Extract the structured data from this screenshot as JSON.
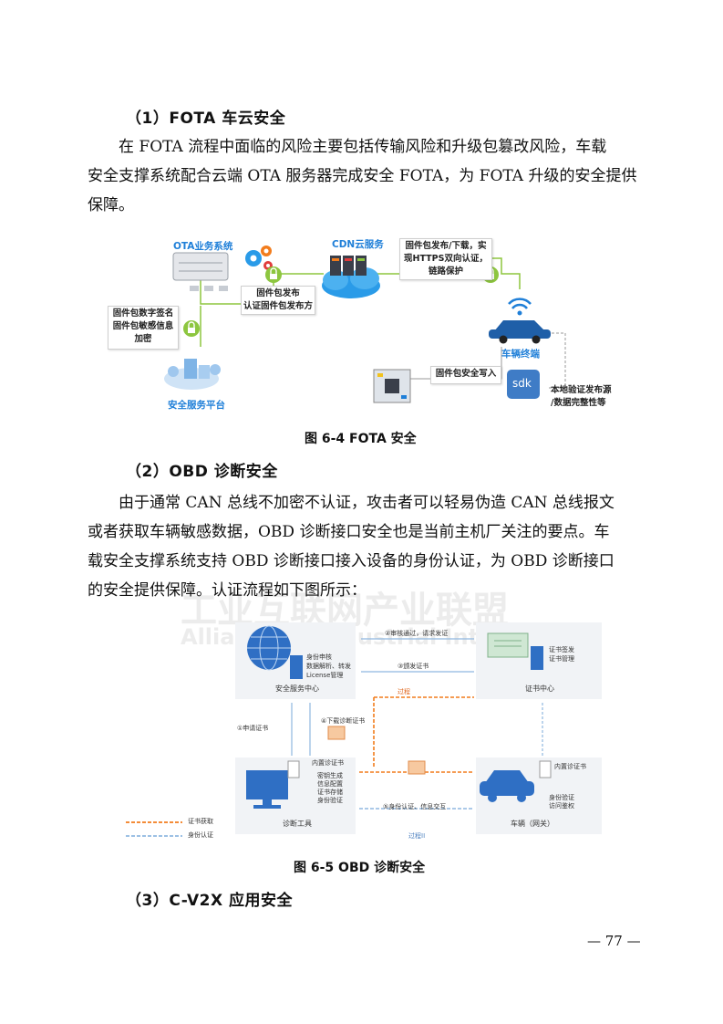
{
  "section1": {
    "heading": "（1）FOTA 车云安全",
    "lines": [
      "在 FOTA 流程中面临的风险主要包括传输风险和升级包篡改风险，车载",
      "安全支撑系统配合云端 OTA 服务器完成安全 FOTA，为 FOTA 升级的安全提供",
      "保障。"
    ]
  },
  "figure1": {
    "ota_system": "OTA业务系统",
    "cdn": "CDN云服务",
    "publish_1": "固件包发布",
    "publish_2": "认证固件包发布方",
    "https_1": "固件包发布/下载，实",
    "https_2": "现HTTPS双向认证，",
    "https_3": "链路保护",
    "sign_1": "固件包数字签名",
    "sign_2": "固件包敏感信息",
    "sign_3": "加密",
    "vehicle": "车辆终端",
    "write": "固件包安全写入",
    "sdk": "sdk",
    "local_1": "本地验证发布源",
    "local_2": "/数据完整性等",
    "platform": "安全服务平台",
    "caption": "图 6-4   FOTA 安全"
  },
  "section2": {
    "heading": "（2）OBD 诊断安全",
    "lines": [
      "由于通常 CAN 总线不加密不认证，攻击者可以轻易伪造 CAN 总线报文",
      "或者获取车辆敏感数据，OBD 诊断接口安全也是当前主机厂关注的要点。车",
      "载安全支撑系统支持 OBD 诊断接口接入设备的身份认证，为 OBD 诊断接口",
      "的安全提供保障。认证流程如下图所示："
    ]
  },
  "figure2": {
    "sec_center_items": [
      "身份申核",
      "数据解析、转发",
      "License管理"
    ],
    "sec_center": "安全服务中心",
    "step2": "②审核通过，请求发证",
    "step3": "③颁发证书",
    "cert_center_items": [
      "证书签发",
      "证书管理"
    ],
    "cert_center": "证书中心",
    "process": "过程",
    "step1": "①申请证书",
    "step4": "④下载诊断证书",
    "tool_cert": "内置诊证书",
    "tool_items": [
      "密钥生成",
      "信息配置",
      "证书存储",
      "身份验证"
    ],
    "tool": "诊断工具",
    "step5": "⑤身份认证、信息交互",
    "process2": "过程II",
    "car_cert": "内置诊证书",
    "car_items": [
      "身份验证",
      "访问鉴权"
    ],
    "car": "车辆（网关）",
    "legend_cert": "证书获取",
    "legend_auth": "身份认证",
    "caption": "图 6-5   OBD 诊断安全"
  },
  "section3": {
    "heading": "（3）C-V2X 应用安全"
  },
  "page_number": "— 77 —",
  "watermark": {
    "cn": "工业互联网产业联盟",
    "en": "Alliance of Industrial Internet"
  }
}
